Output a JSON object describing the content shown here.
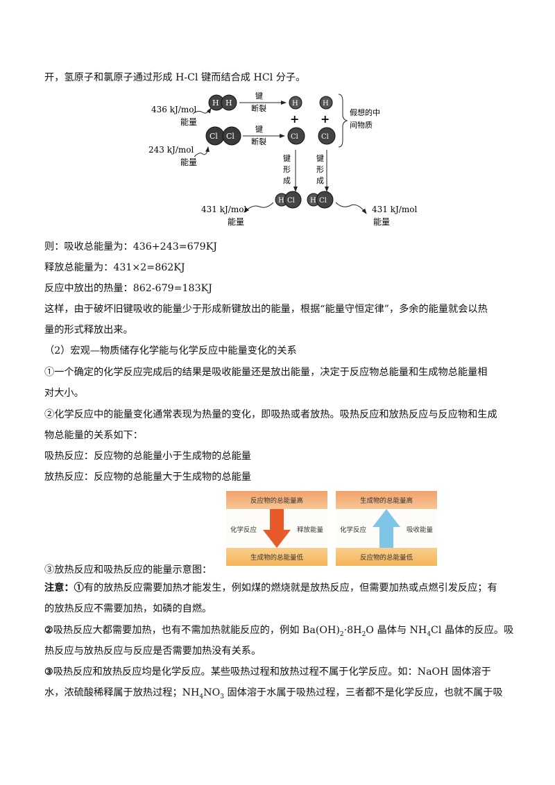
{
  "para_intro": "开，氢原子和氯原子通过形成 H-Cl 键而结合成 HCl 分子。",
  "diagram": {
    "energy_436": "436 kJ/mol",
    "energy_word": "能量",
    "energy_243": "243 kJ/mol",
    "energy_431": "431 kJ/mol",
    "bond_break_1": "键",
    "bond_break_2": "断裂",
    "bond_form_1": "键",
    "bond_form_2": "形",
    "bond_form_3": "成",
    "plus": "+",
    "mid_label_1": "假想的中",
    "mid_label_2": "间物质",
    "atom_h": "H",
    "atom_cl": "Cl"
  },
  "calc": {
    "absorb": "则：吸收总能量为：436+243=679KJ",
    "release": "释放总能量为：431×2=862KJ",
    "heat": "反应中放出的热量：862-679=183KJ"
  },
  "explain_1": "这样，由于破坏旧键吸收的能量少于形成新键放出的能量，根据“能量守恒定律”，多余的能量就会以热",
  "explain_2": "量的形式释放出来。",
  "section_2": "（2）宏观—物质储存化学能与化学反应中能量变化的关系",
  "point_1a": "①一个确定的化学反应完成后的结果是吸收能量还是放出能量，决定于反应物总能量和生成物总能量相",
  "point_1b": "对大小。",
  "point_2a": "②化学反应中的能量变化通常表现为热量的变化，即吸热或者放热。吸热反应和放热反应与反应物和生成",
  "point_2b": "物总能量的关系如下：",
  "endo": "吸热反应：反应物的总能量小于生成物的总能量",
  "exo": "放热反应：反应物的总能量大于生成物的总能量",
  "point_3": "③放热反应和吸热反应的能量示意图：",
  "box_exo": {
    "top": "反应物的总能量高",
    "left": "化学反应",
    "right": "释放能量",
    "bottom": "生成物的总能量低"
  },
  "box_endo": {
    "top": "生成物的总能量高",
    "left": "化学反应",
    "right": "吸收能量",
    "bottom": "反应物的总能量低"
  },
  "note": {
    "head": "注意：",
    "n1_mark": "①",
    "n1a": "有的放热反应需要加热才能发生，例如煤的燃烧就是放热反应，但需要加热或点燃引发反应；有",
    "n1b": "的放热反应不需要加热，如磷的自燃。",
    "n2_mark": "②",
    "n2a_1": "吸热反应大都需要加热，也有不需加热就能反应的，例如 Ba(OH)",
    "n2a_sub1": "2",
    "n2a_2": "·8H",
    "n2a_sub2": "2",
    "n2a_3": "O 晶体与 NH",
    "n2a_sub3": "4",
    "n2a_4": "Cl 晶体的反应。吸",
    "n2b": "热反应与放热反应与反应是否需要加热没有关系。",
    "n3_mark": "③",
    "n3a": "吸热反应和放热反应均是化学反应。某些吸热过程和放热过程不属于化学反应。如：NaOH 固体溶于",
    "n3b_1": "水，浓硫酸稀释属于放热过程；NH",
    "n3b_sub1": "4",
    "n3b_2": "NO",
    "n3b_sub2": "3",
    "n3b_3": " 固体溶于水属于吸热过程，三者都不是化学反应，也就不属于吸"
  }
}
